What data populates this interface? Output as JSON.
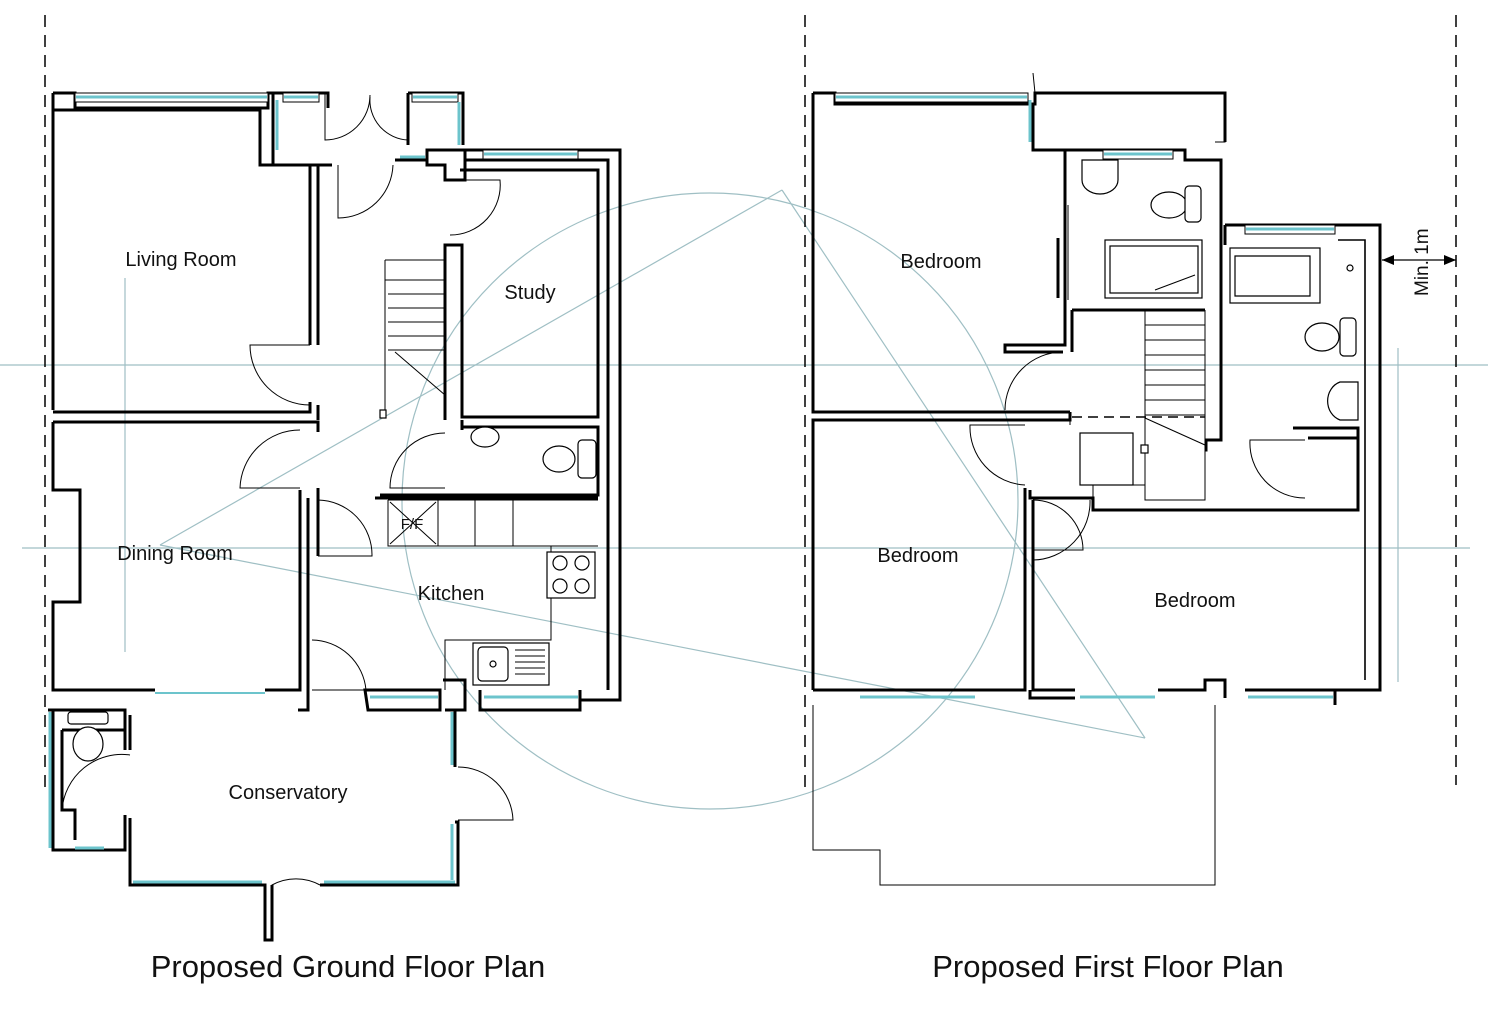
{
  "ground_floor": {
    "caption": "Proposed Ground Floor Plan",
    "rooms": {
      "living_room": "Living Room",
      "dining_room": "Dining Room",
      "study": "Study",
      "kitchen": "Kitchen",
      "conservatory": "Conservatory",
      "fridge_freezer": "F/F"
    }
  },
  "first_floor": {
    "caption": "Proposed First Floor Plan",
    "rooms": {
      "bedroom_1": "Bedroom",
      "bedroom_2": "Bedroom",
      "bedroom_3": "Bedroom"
    },
    "dimension": "Min. 1m"
  },
  "colors": {
    "wall": "#000000",
    "glazing": "#6cc4cc",
    "guide_lines": "#9fbfc4"
  }
}
